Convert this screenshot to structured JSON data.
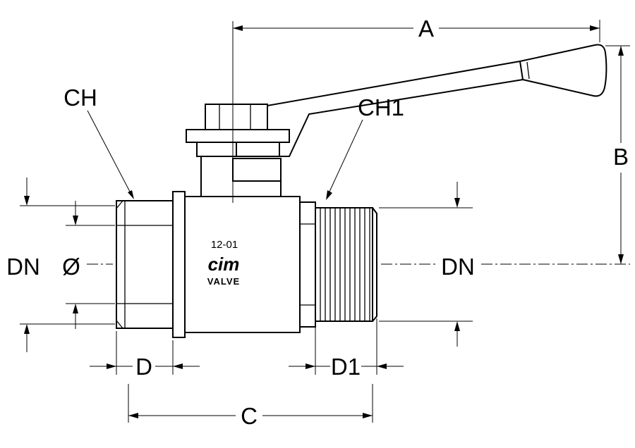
{
  "drawing": {
    "background": "#ffffff",
    "line_color": "#000000",
    "dim_labels": {
      "a": "A",
      "b": "B",
      "c": "C",
      "d": "D",
      "d1": "D1",
      "dn_left": "DN",
      "dn_right": "DN",
      "diameter": "Ø",
      "ch": "CH",
      "ch1": "CH1"
    },
    "markings": {
      "code": "12-01",
      "brand": "cim",
      "label": "VALVE"
    }
  }
}
